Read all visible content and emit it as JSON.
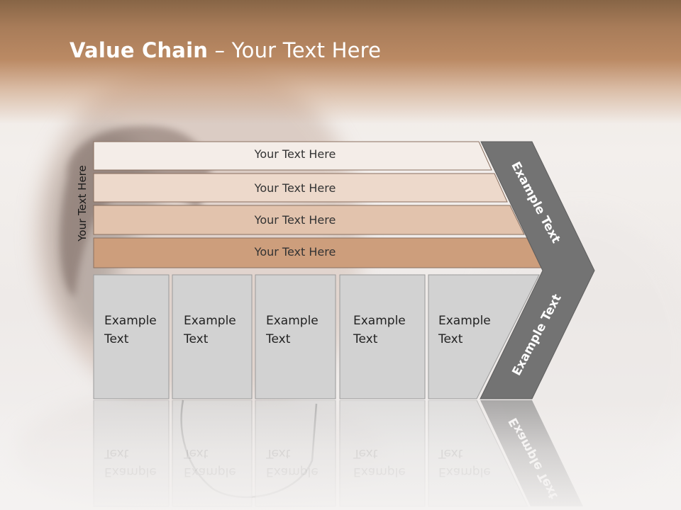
{
  "slide": {
    "title_bold": "Value Chain",
    "title_rest": " – Your Text Here",
    "side_label": "Your Text Here"
  },
  "rows": [
    {
      "label": "Your Text Here",
      "color": "#f4ede8"
    },
    {
      "label": "Your Text Here",
      "color": "#edd9cb"
    },
    {
      "label": "Your Text Here",
      "color": "#e2c3ad"
    },
    {
      "label": "Your Text Here",
      "color": "#cd9e7c"
    }
  ],
  "boxes": [
    {
      "line1": "Example",
      "line2": "Text"
    },
    {
      "line1": "Example",
      "line2": "Text"
    },
    {
      "line1": "Example",
      "line2": "Text"
    },
    {
      "line1": "Example",
      "line2": "Text"
    },
    {
      "line1": "Example",
      "line2": "Text"
    }
  ],
  "arrow": {
    "upper_label": "Example Text",
    "lower_label": "Example Text"
  },
  "colors": {
    "header": "#b4845f",
    "box_fill": "#d2d2d2",
    "box_stroke": "#9a9a9a",
    "arrow_fill": "#737373",
    "row_stroke": "#8a7060"
  }
}
